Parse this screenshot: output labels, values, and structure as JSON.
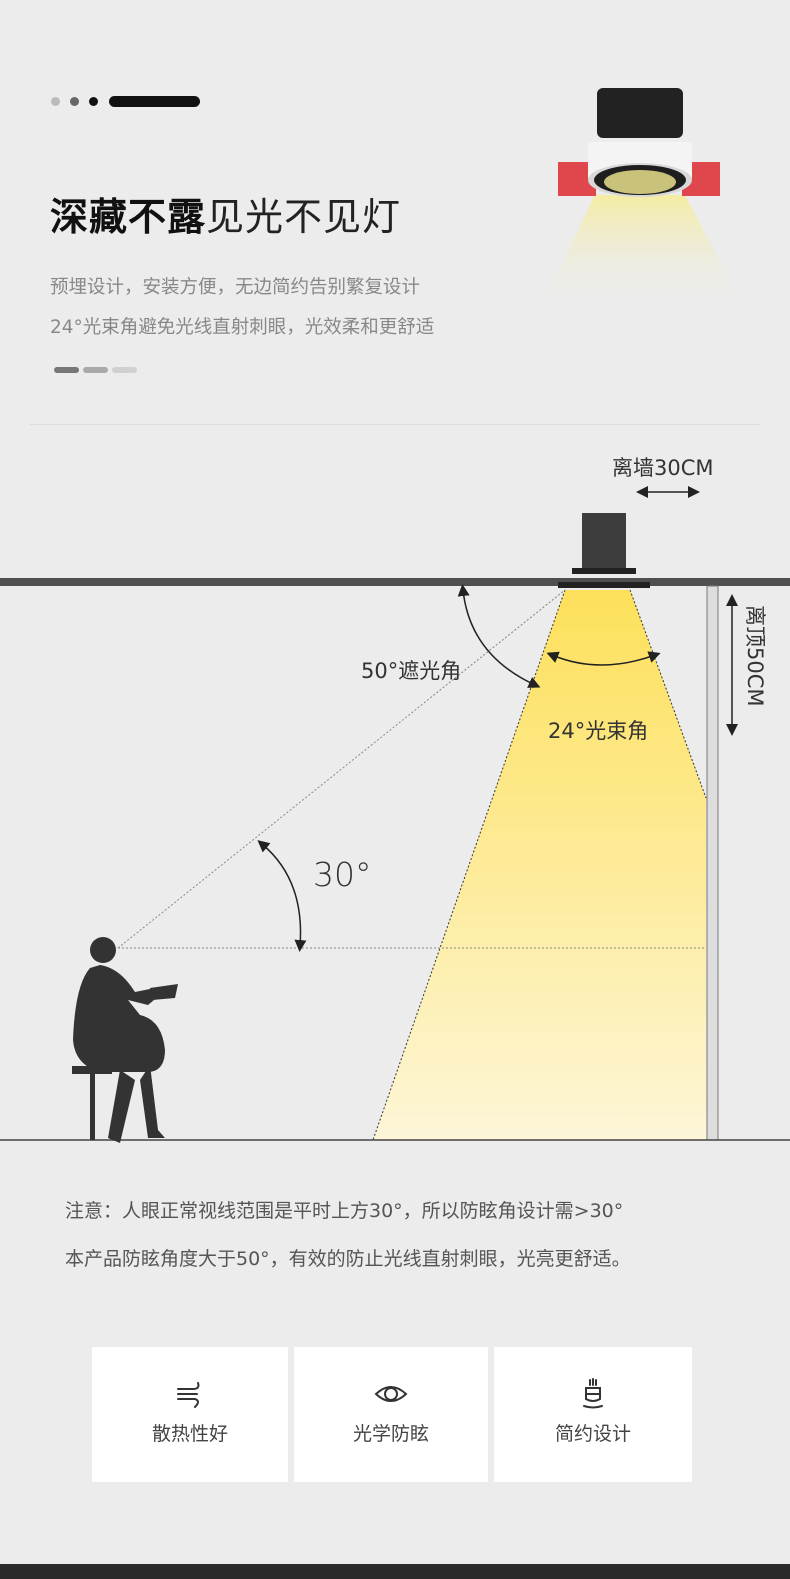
{
  "header": {
    "title_bold": "深藏不露",
    "title_light": "见光不见灯",
    "subtitle_lines": [
      "预埋设计，安装方便，无边简约告别繁复设计",
      "24°光束角避免光线直射刺眼，光效柔和更舒适"
    ]
  },
  "diagram": {
    "wall_distance": "离墙30CM",
    "ceiling_distance": "离顶50CM",
    "shield_angle": "50°遮光角",
    "beam_angle": "24°光束角",
    "sight_angle": "30°"
  },
  "notes": [
    "注意：人眼正常视线范围是平时上方30°，所以防眩角设计需>30°",
    "本产品防眩角度大于50°，有效的防止光线直射刺眼，光亮更舒适。"
  ],
  "features": [
    {
      "icon": "wind-icon",
      "label": "散热性好"
    },
    {
      "icon": "eye-icon",
      "label": "光学防眩"
    },
    {
      "icon": "lamp-icon",
      "label": "简约设计"
    }
  ],
  "colors": {
    "beam_top": "#fde05a",
    "beam_bottom": "#fdf6d8",
    "lamp_red": "#e0474c",
    "ceiling": "#505050"
  }
}
